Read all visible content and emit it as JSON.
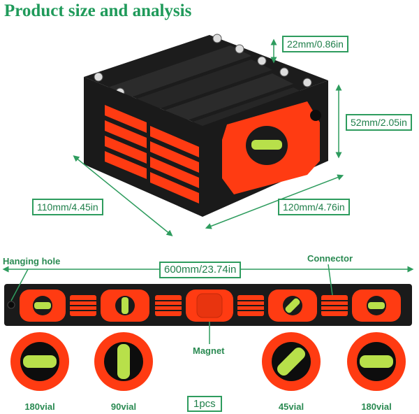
{
  "title": "Product size and analysis",
  "dimensions": {
    "thickness": "22mm/0.86in",
    "height": "52mm/2.05in",
    "depth": "110mm/4.45in",
    "length": "120mm/4.76in",
    "unfolded_length": "600mm/23.74in"
  },
  "callouts": {
    "hanging_hole": "Hanging hole",
    "connector": "Connector",
    "magnet": "Magnet"
  },
  "vials": [
    {
      "label": "180vial"
    },
    {
      "label": "90vial"
    },
    {
      "label": "45vial"
    },
    {
      "label": "180vial"
    }
  ],
  "quantity": "1pcs",
  "colors": {
    "accent_green": "#1f9a5a",
    "body_orange": "#ff3b12",
    "body_black": "#1a1a1a",
    "vial_green": "#b8e04a"
  }
}
